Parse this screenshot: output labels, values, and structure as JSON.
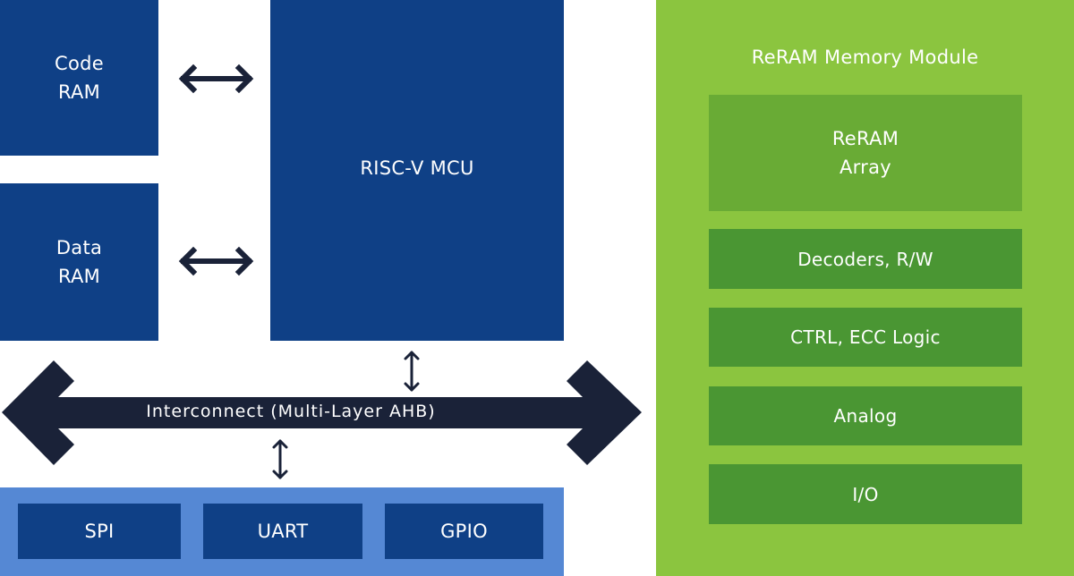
{
  "diagram": {
    "blocks": {
      "code_ram": "Code\nRAM",
      "data_ram": "Data\nRAM",
      "mcu": "RISC-V MCU"
    },
    "interconnect": {
      "label": "Interconnect (Multi-Layer AHB)"
    },
    "peripherals": [
      "SPI",
      "UART",
      "GPIO"
    ],
    "reram_module": {
      "title": "ReRAM Memory Module",
      "blocks": [
        "ReRAM\nArray",
        "Decoders, R/W",
        "CTRL, ECC Logic",
        "Analog",
        "I/O"
      ]
    },
    "colors": {
      "navy_block": "#0f4086",
      "peripheral_bar": "#5588d4",
      "module_green": "#8bc53f",
      "array_green": "#69ab35",
      "sub_block_green": "#4a9633",
      "arrow_dark": "#1a2238"
    }
  }
}
